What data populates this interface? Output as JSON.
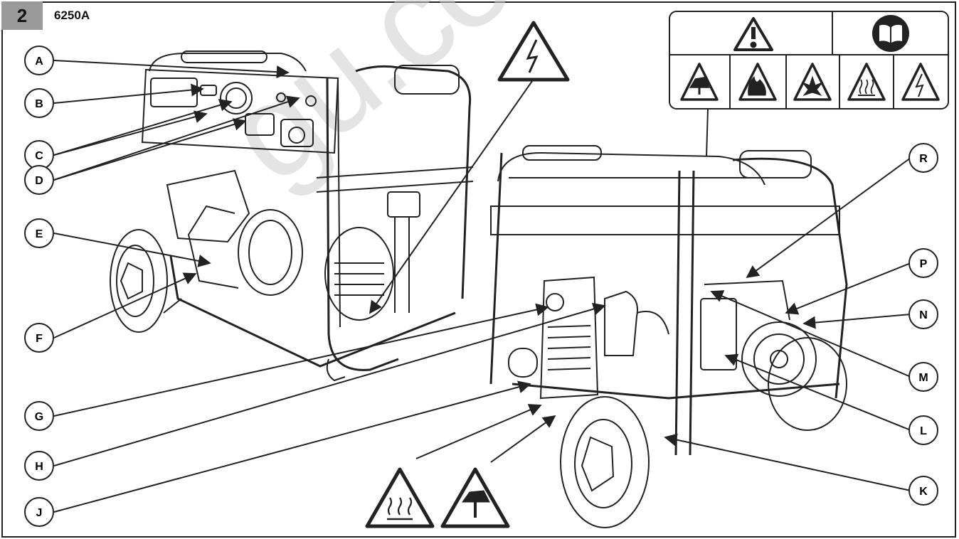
{
  "figure": {
    "number": "2",
    "model": "6250A",
    "watermark": "gu.co"
  },
  "callouts": [
    {
      "id": "A",
      "label": "A"
    },
    {
      "id": "B",
      "label": "B"
    },
    {
      "id": "C",
      "label": "C"
    },
    {
      "id": "D",
      "label": "D"
    },
    {
      "id": "E",
      "label": "E"
    },
    {
      "id": "F",
      "label": "F"
    },
    {
      "id": "G",
      "label": "G"
    },
    {
      "id": "H",
      "label": "H"
    },
    {
      "id": "J",
      "label": "J"
    },
    {
      "id": "R",
      "label": "R"
    },
    {
      "id": "P",
      "label": "P"
    },
    {
      "id": "N",
      "label": "N"
    },
    {
      "id": "M",
      "label": "M"
    },
    {
      "id": "L",
      "label": "L"
    },
    {
      "id": "K",
      "label": "K"
    }
  ],
  "warning_labels": {
    "top_row": [
      "warning-general-icon",
      "read-manual-icon"
    ],
    "bottom_row": [
      "hand-entanglement-icon",
      "fire-hazard-icon",
      "explosion-hazard-icon",
      "hot-surface-icon",
      "electric-shock-icon"
    ]
  },
  "colors": {
    "badge": "#9a9a9a",
    "line": "#222222"
  }
}
